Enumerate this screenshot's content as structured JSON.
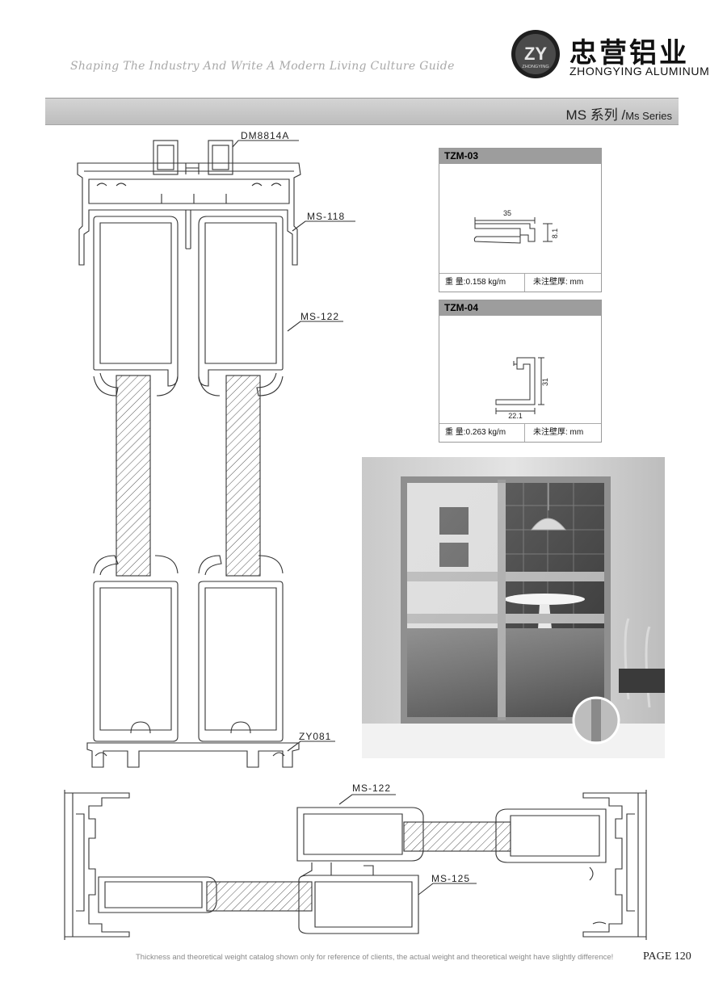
{
  "header": {
    "tagline": "Shaping The Industry And Write A Modern Living Culture Guide",
    "logo_monogram": "ZY",
    "logo_ring_text": "ZHONGYING",
    "brand_cn": "忠营铝业",
    "brand_en": "ZHONGYING  ALUMINUM"
  },
  "series": {
    "title_cn": "MS 系列 /",
    "title_en": "Ms Series"
  },
  "section_drawing": {
    "labels": {
      "dm8814a": "DM8814A",
      "ms118": "MS-118",
      "ms122_top": "MS-122",
      "zy081": "ZY081"
    }
  },
  "plan_drawing": {
    "labels": {
      "ms122": "MS-122",
      "ms125": "MS-125"
    }
  },
  "cards": [
    {
      "code": "TZM-03",
      "dim_a": "35",
      "dim_b": "8.1",
      "weight": "重  量:0.158 kg/m",
      "thickness": "未注壁厚:      mm"
    },
    {
      "code": "TZM-04",
      "dim_a": "31",
      "dim_b": "22.1",
      "weight": "重  量:0.263 kg/m",
      "thickness": "未注壁厚:      mm"
    }
  ],
  "photo": {
    "subject": "sliding-door-photo"
  },
  "footer": {
    "disclaimer": "Thickness and theoretical weight catalog shown only for reference of clients, the actual weight and theoretical weight have slightly difference!",
    "page_label": "PAGE",
    "page_number": "120"
  }
}
